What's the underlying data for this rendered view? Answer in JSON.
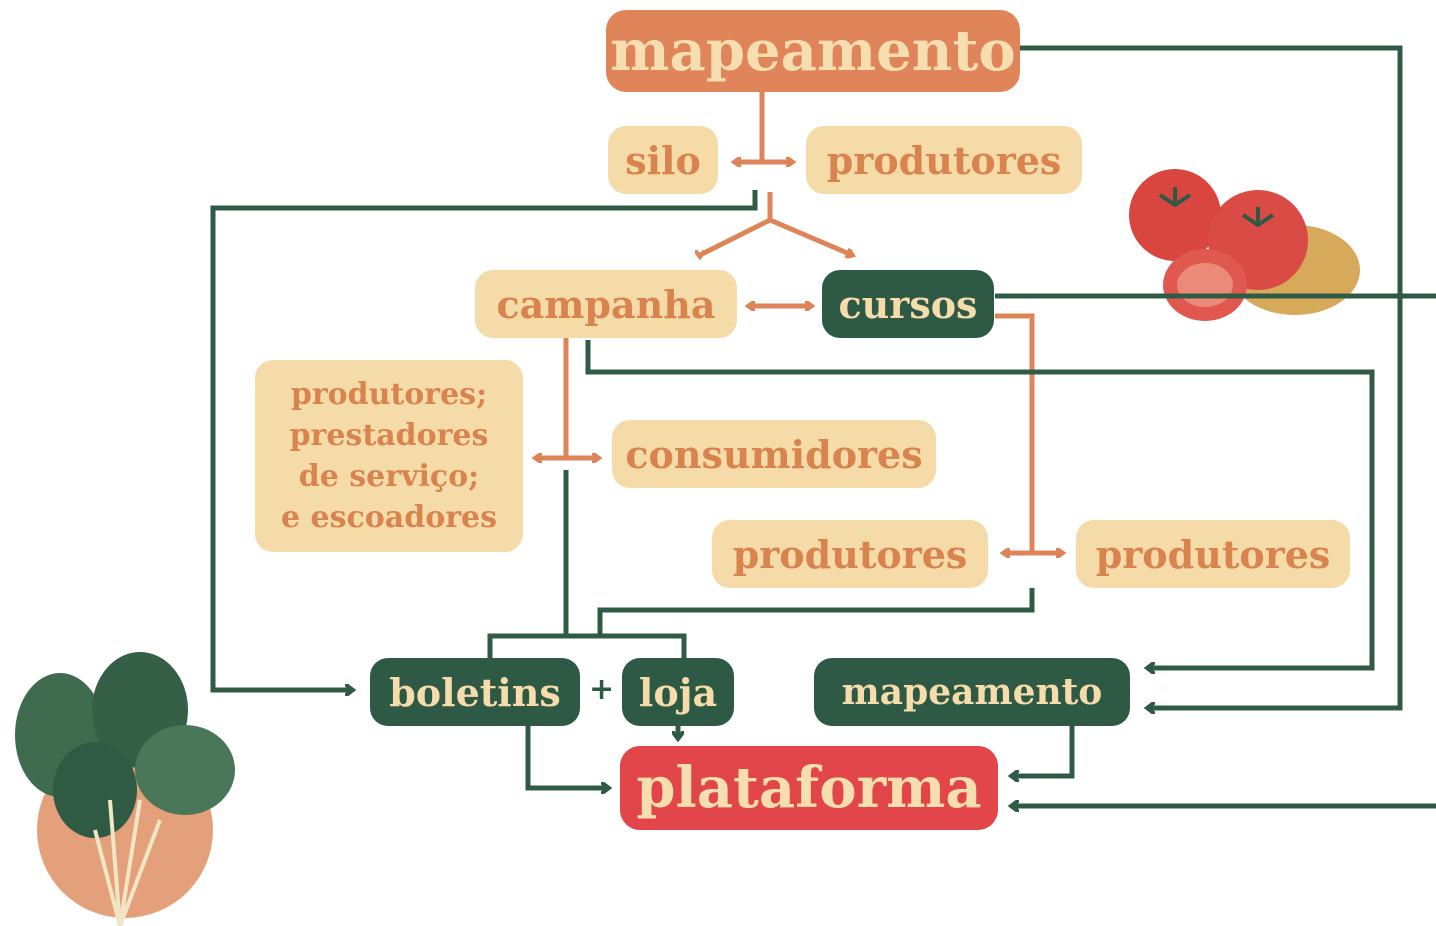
{
  "nodes": {
    "mapeamento_top": "mapeamento",
    "silo": "silo",
    "produtores_top": "produtores",
    "campanha": "campanha",
    "cursos": "cursos",
    "produtores_list": [
      "produtores;",
      "prestadores",
      "de serviço;",
      "e escoadores"
    ],
    "consumidores": "consumidores",
    "produtores_left": "produtores",
    "produtores_right": "produtores",
    "boletins": "boletins",
    "plus": "+",
    "loja": "loja",
    "mapeamento_bottom": "mapeamento",
    "plataforma": "plataforma"
  },
  "colors": {
    "orange": "#e0855a",
    "cream": "#f5dba8",
    "green": "#2e5a45",
    "red": "#e2454a",
    "orange_line": "#dd8558",
    "green_line": "#2f5b46"
  },
  "illustrations": [
    "tomatoes",
    "spinach-bunch"
  ]
}
